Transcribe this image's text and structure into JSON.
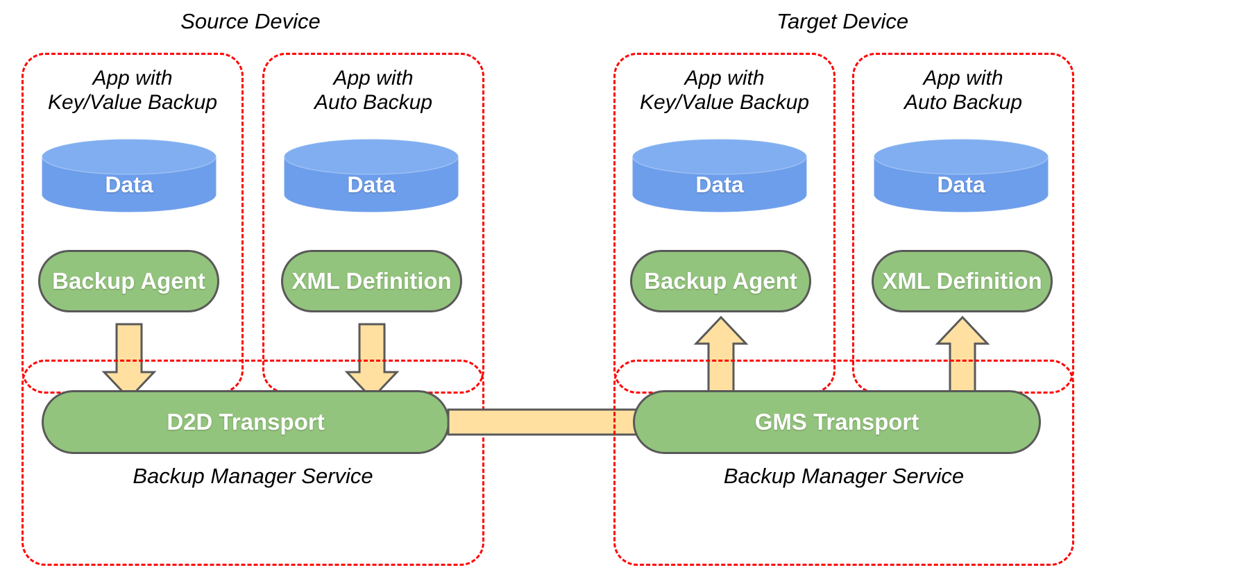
{
  "diagram": {
    "title_left": "Source Device",
    "title_right": "Target Device",
    "colors": {
      "dashed_border": "#ff0000",
      "cylinder_fill": "#6d9eeb",
      "cylinder_top": "#80aef0",
      "pill_fill": "#93c47d",
      "pill_border": "#595959",
      "arrow_fill": "#ffe0a0",
      "arrow_border": "#595959",
      "text_dark": "#000000",
      "text_light": "#ffffff"
    }
  },
  "source_device": {
    "label": "Source Device",
    "apps": [
      {
        "title_line1": "App with",
        "title_line2": "Key/Value Backup",
        "data_label": "Data",
        "component_label": "Backup Agent",
        "data_icon": "cylinder-database-icon",
        "arrow_icon": "arrow-down-icon"
      },
      {
        "title_line1": "App with",
        "title_line2": "Auto Backup",
        "data_label": "Data",
        "component_label": "XML Definition",
        "data_icon": "cylinder-database-icon",
        "arrow_icon": "arrow-down-icon"
      }
    ],
    "service": {
      "transport_label": "D2D Transport",
      "service_label": "Backup Manager Service"
    }
  },
  "target_device": {
    "label": "Target Device",
    "apps": [
      {
        "title_line1": "App with",
        "title_line2": "Key/Value Backup",
        "data_label": "Data",
        "component_label": "Backup Agent",
        "data_icon": "cylinder-database-icon",
        "arrow_icon": "arrow-up-icon"
      },
      {
        "title_line1": "App with",
        "title_line2": "Auto Backup",
        "data_label": "Data",
        "component_label": "XML Definition",
        "data_icon": "cylinder-database-icon",
        "arrow_icon": "arrow-up-icon"
      }
    ],
    "service": {
      "transport_label": "GMS Transport",
      "service_label": "Backup Manager Service"
    }
  },
  "transfer_arrow": {
    "icon": "arrow-right-icon",
    "from": "D2D Transport",
    "to": "GMS Transport"
  }
}
